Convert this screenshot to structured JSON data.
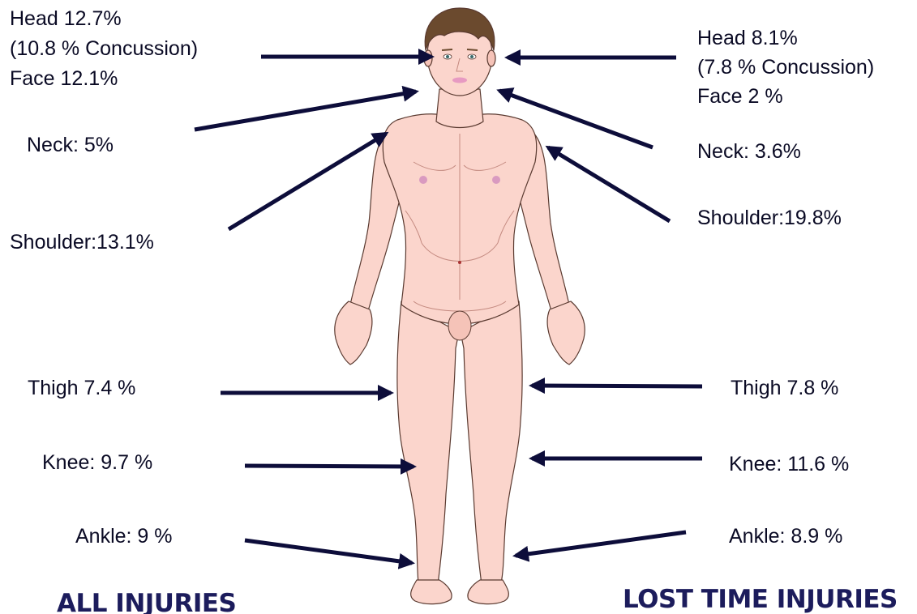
{
  "left": {
    "head": "Head 12.7%",
    "concussion": "(10.8 % Concussion)",
    "face": "Face 12.1%",
    "neck": "Neck: 5%",
    "shoulder": "Shoulder:13.1%",
    "thigh": "Thigh 7.4 %",
    "knee": "Knee: 9.7 %",
    "ankle": "Ankle: 9 %",
    "title": "ALL INJURIES"
  },
  "right": {
    "head": "Head 8.1%",
    "concussion": "(7.8 % Concussion)",
    "face": "Face 2 %",
    "neck": "Neck: 3.6%",
    "shoulder": "Shoulder:19.8%",
    "thigh": "Thigh 7.8 %",
    "knee": "Knee: 11.6 %",
    "ankle": "Ankle: 8.9 %",
    "title": "LOST TIME INJURIES"
  },
  "colors": {
    "arrow": "#0d0d3a",
    "skin": "#fbd5cc",
    "skin_shadow": "#f1a9a0",
    "hair": "#6b4a2e",
    "title": "#1c1c5c"
  }
}
